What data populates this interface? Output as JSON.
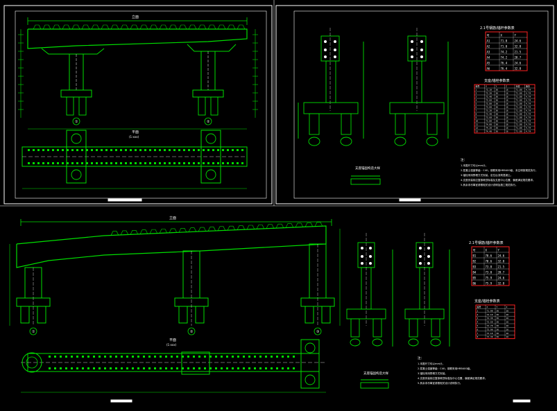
{
  "drawing_view": {
    "background": "#000000",
    "colors": {
      "structure": "#00e000",
      "sheet_frame": "#ffffff",
      "dimension": "#00c8ff",
      "table_border": "#ff2020",
      "rebar_highlight": "#ffffff"
    }
  },
  "sheets": {
    "top_left": {
      "main_title": "立面",
      "plan_title": "平面",
      "plan_subtitle": "(1:xxx)",
      "pier_marks": [
        "①",
        "②"
      ]
    },
    "top_right": {
      "table1_title": "2.1号钢筋/锚杆参数表",
      "table2_title": "支座/锚栓参数表",
      "section_title": "支座锚固构造大样",
      "notes_title": "注：",
      "notes": [
        "1.本图尺寸均以mm计。",
        "2.混凝土强度等级：C40；钢筋采用HRB400级，未注明按规范执行。",
        "3.锚栓采用预埋方式安装，定位后浇筑混凝土。",
        "4.支座安装前应复核墩顶标高及支座中心位置，偏差满足规范要求。",
        "5.其余未尽事宜参照相关设计说明及施工规范执行。"
      ]
    },
    "bottom_left": {
      "main_title": "立面",
      "plan_title": "平面",
      "plan_subtitle": "(1:xxx)",
      "pier_marks": [
        "①",
        "②",
        "③"
      ]
    },
    "bottom_right": {
      "table1_title": "2.1号钢筋/锚杆参数表",
      "table2_title": "支座/锚栓参数表",
      "section_title": "支座锚固构造大样",
      "notes_title": "注：",
      "notes": [
        "1.本图尺寸均以mm计。",
        "2.混凝土强度等级：C40；钢筋采用HRB400级。",
        "3.锚栓采用预埋方式安装。",
        "4.支座安装前应复核墩顶标高及中心位置，偏差满足规范要求。",
        "5.其余未尽事宜参照相关设计说明执行。"
      ]
    }
  },
  "tables": {
    "top_table1": {
      "header": [
        "号",
        "X",
        "Y"
      ],
      "rows": [
        [
          "A1",
          "71.0",
          "24.6"
        ],
        [
          "A2",
          "71.0",
          "32.8"
        ],
        [
          "A3",
          "74.2",
          "21.5"
        ],
        [
          "A4",
          "74.2",
          "28.7"
        ],
        [
          "A5",
          "76.4",
          "24.6"
        ],
        [
          "A6",
          "76.4",
          "32.8"
        ]
      ]
    },
    "top_table2": {
      "header": [
        "编号",
        "X",
        "Y",
        "Z",
        "长度",
        "备注"
      ],
      "rows": [
        [
          "1",
          "72.10",
          "36",
          "16",
          "71.80",
          "4.74"
        ],
        [
          "2",
          "72.20",
          "36",
          "16",
          "71.80",
          "4.74"
        ],
        [
          "3",
          "72.40",
          "36",
          "16",
          "71.80",
          "4.74"
        ],
        [
          "4",
          "72.60",
          "36",
          "16",
          "71.80",
          "4.74"
        ],
        [
          "5",
          "72.80",
          "36",
          "16",
          "71.80",
          "4.74"
        ],
        [
          "6",
          "73.00",
          "36",
          "16",
          "71.80",
          "4.74"
        ],
        [
          "7",
          "73.20",
          "36",
          "16",
          "71.80",
          "4.74"
        ],
        [
          "8",
          "73.40",
          "36",
          "16",
          "71.80",
          "4.74"
        ],
        [
          "9",
          "73.60",
          "36",
          "16",
          "71.80",
          "4.74"
        ],
        [
          "10",
          "73.80",
          "36",
          "16",
          "71.80",
          "4.74"
        ],
        [
          "11",
          "74.00",
          "36",
          "16",
          "71.80",
          "4.74"
        ],
        [
          "12",
          "74.20",
          "36",
          "16",
          "71.80",
          "4.74"
        ],
        [
          "13",
          "74.40",
          "36",
          "16",
          "71.80",
          "4.74"
        ]
      ]
    },
    "bottom_table1": {
      "header": [
        "号",
        "X",
        "Y"
      ],
      "rows": [
        [
          "B1",
          "70.6",
          "24.6"
        ],
        [
          "B2",
          "70.6",
          "32.8"
        ],
        [
          "B3",
          "73.8",
          "21.5"
        ],
        [
          "B4",
          "73.8",
          "28.7"
        ],
        [
          "B5",
          "75.9",
          "24.6"
        ],
        [
          "B6",
          "75.9",
          "32.8"
        ]
      ]
    },
    "bottom_table2": {
      "header": [
        "编号",
        "X",
        "Y",
        "Z"
      ],
      "rows": [
        [
          "1",
          "71.90",
          "36",
          "16"
        ],
        [
          "2",
          "72.10",
          "36",
          "16"
        ],
        [
          "3",
          "72.30",
          "36",
          "16"
        ],
        [
          "4",
          "72.50",
          "36",
          "16"
        ],
        [
          "5",
          "72.70",
          "36",
          "16"
        ],
        [
          "6",
          "72.90",
          "36",
          "16"
        ],
        [
          "7",
          "73.10",
          "36",
          "16"
        ],
        [
          "8",
          "73.30",
          "36",
          "16"
        ]
      ]
    }
  }
}
